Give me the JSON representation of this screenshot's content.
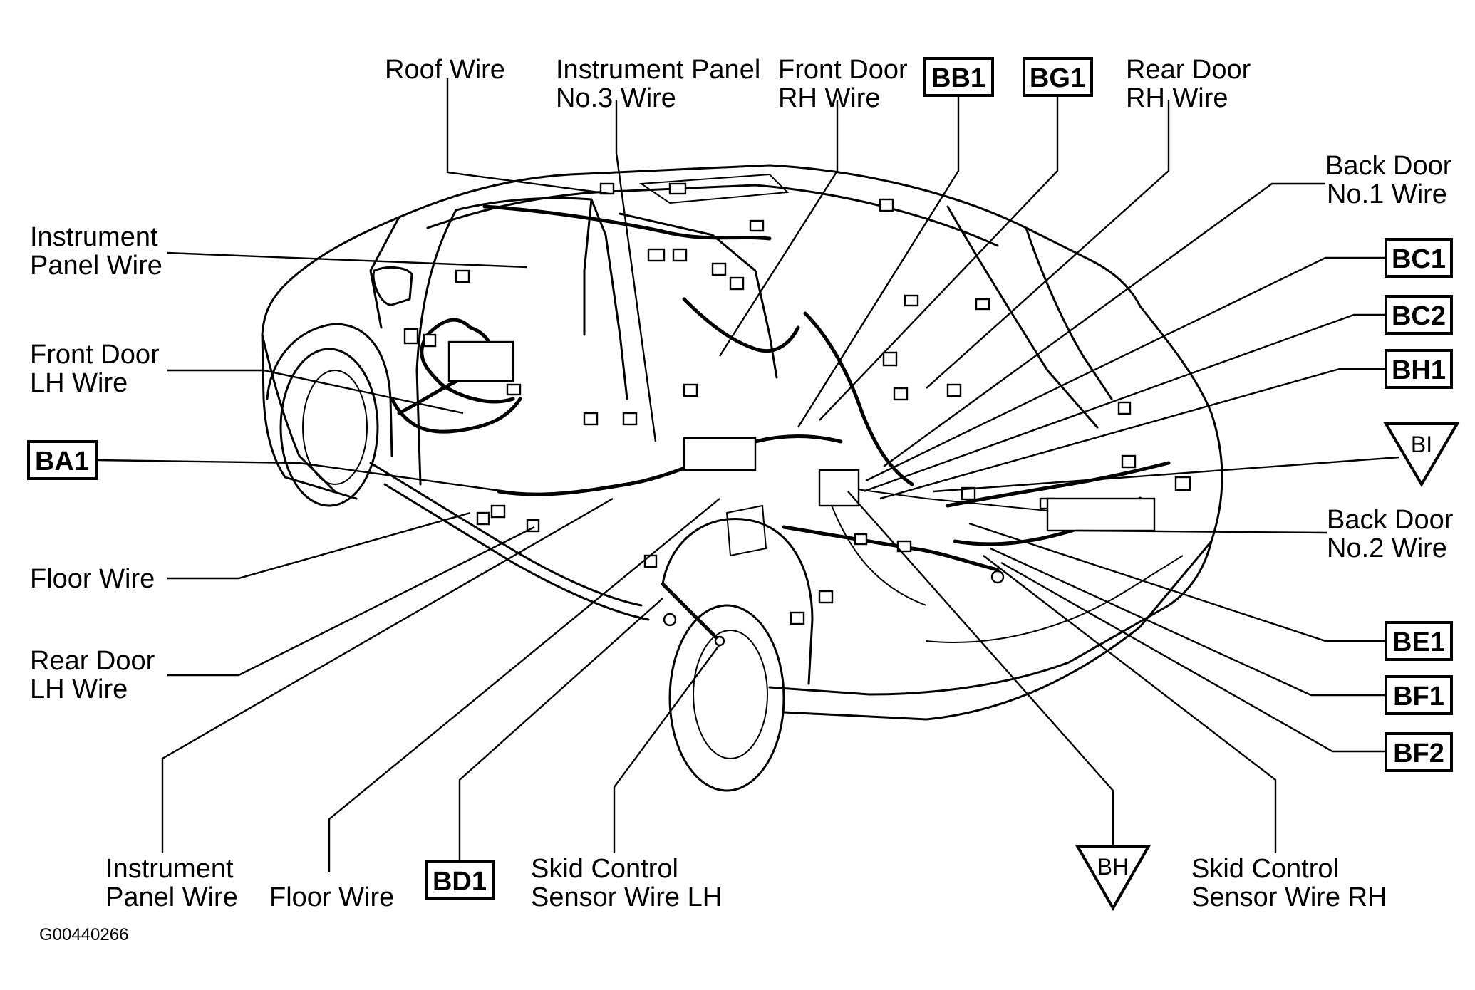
{
  "labels": {
    "roof_wire": "Roof Wire",
    "ip_no3_wire": [
      "Instrument Panel",
      "No.3 Wire"
    ],
    "front_door_rh_wire": [
      "Front Door",
      "RH Wire"
    ],
    "rear_door_rh_wire": [
      "Rear Door",
      "RH Wire"
    ],
    "back_door_no1_wire": [
      "Back Door",
      "No.1 Wire"
    ],
    "instrument_panel_wire_top": [
      "Instrument",
      "Panel Wire"
    ],
    "front_door_lh_wire": [
      "Front Door",
      "LH Wire"
    ],
    "floor_wire_left": "Floor Wire",
    "rear_door_lh_wire": [
      "Rear Door",
      "LH Wire"
    ],
    "back_door_no2_wire": [
      "Back Door",
      "No.2 Wire"
    ],
    "instrument_panel_wire_bottom": [
      "Instrument",
      "Panel Wire"
    ],
    "floor_wire_bottom": "Floor Wire",
    "skid_control_lh": [
      "Skid Control",
      "Sensor Wire LH"
    ],
    "skid_control_rh": [
      "Skid Control",
      "Sensor Wire RH"
    ]
  },
  "boxed_codes": {
    "bb1": "BB1",
    "bg1": "BG1",
    "bc1": "BC1",
    "bc2": "BC2",
    "bh1": "BH1",
    "ba1": "BA1",
    "be1": "BE1",
    "bf1": "BF1",
    "bf2": "BF2",
    "bd1": "BD1"
  },
  "triangle_codes": {
    "bi": "BI",
    "bh": "BH"
  },
  "figure_code": "G00440266",
  "colors": {
    "ink": "#000000",
    "paper": "#ffffff"
  }
}
